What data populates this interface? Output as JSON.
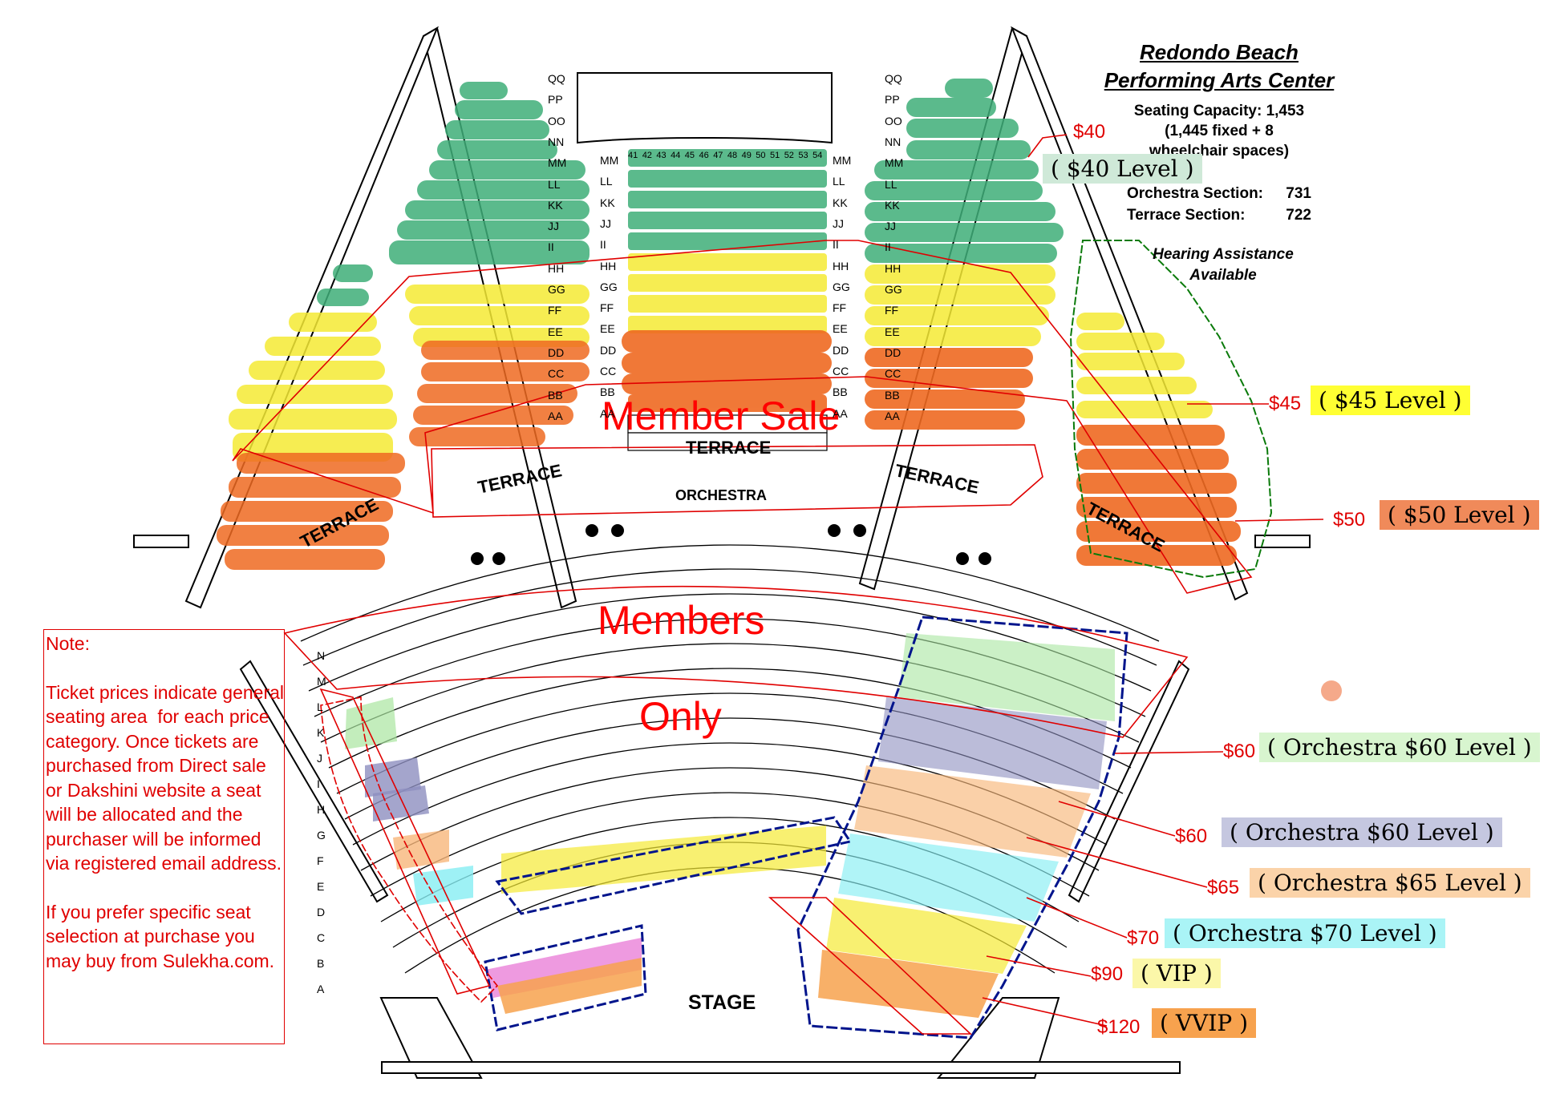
{
  "venue": {
    "name_line1": "Redondo Beach",
    "name_line2": "Performing Arts Center",
    "capacity_line1": "Seating Capacity:  1,453",
    "capacity_line2": "(1,445 fixed + 8",
    "capacity_line3": "wheelchair spaces)",
    "orchestra_label": "Orchestra Section:",
    "orchestra_count": "731",
    "terrace_label": "Terrace Section:",
    "terrace_count": "722",
    "hearing_line1": "Hearing Assistance",
    "hearing_line2": "Available"
  },
  "sections": {
    "terrace": "TERRACE",
    "orchestra": "ORCHESTRA",
    "stage": "STAGE"
  },
  "overlays": {
    "member_sale": "Member Sale",
    "members": "Members",
    "only": "Only"
  },
  "note": {
    "heading": "Note:",
    "body": "Ticket prices indicate general seating area  for each price category. Once tickets are purchased from Direct sale or Dakshini website a seat will be allocated and the purchaser will be informed via registered email address.",
    "body2": "If you prefer specific seat selection at purchase you may buy from Sulekha.com."
  },
  "legend": [
    {
      "price": "$40",
      "label": "( $40 Level )",
      "color": "#cfe9d8"
    },
    {
      "price": "$45",
      "label": "( $45 Level )",
      "color": "#ffff33"
    },
    {
      "price": "$50",
      "label": "( $50 Level )",
      "color": "#f08a5a"
    },
    {
      "price": "$60",
      "label": "( Orchestra $60 Level )",
      "color": "#d8f5cf"
    },
    {
      "price": "$60",
      "label": "( Orchestra $60 Level )",
      "color": "#c5c7e0"
    },
    {
      "price": "$65",
      "label": "( Orchestra $65 Level )",
      "color": "#fbd3a9"
    },
    {
      "price": "$70",
      "label": "( Orchestra $70 Level )",
      "color": "#aaf4f6"
    },
    {
      "price": "$90",
      "label": "( VIP )",
      "color": "#fbf7a9"
    },
    {
      "price": "$120",
      "label": "( VVIP )",
      "color": "#f7a24e"
    }
  ],
  "terrace_rows_left": [
    "QQ",
    "PP",
    "OO",
    "NN",
    "MM",
    "LL",
    "KK",
    "JJ",
    "II",
    "HH",
    "GG",
    "FF",
    "EE",
    "DD",
    "CC",
    "BB",
    "AA"
  ],
  "terrace_rows_center": [
    "MM",
    "LL",
    "KK",
    "JJ",
    "II",
    "HH",
    "GG",
    "FF",
    "EE",
    "DD",
    "CC",
    "BB",
    "AA"
  ],
  "terrace_rows_right": [
    "QQ",
    "PP",
    "OO",
    "NN",
    "MM",
    "LL",
    "KK",
    "JJ",
    "II",
    "HH",
    "GG",
    "FF",
    "EE",
    "DD",
    "CC",
    "BB",
    "AA"
  ],
  "center_seat_numbers": [
    "41",
    "42",
    "43",
    "44",
    "45",
    "46",
    "47",
    "48",
    "49",
    "50",
    "51",
    "52",
    "53",
    "54"
  ],
  "orchestra_rows": [
    "N",
    "M",
    "L",
    "K",
    "J",
    "I",
    "H",
    "G",
    "F",
    "E",
    "D",
    "C",
    "B",
    "A"
  ],
  "colors": {
    "green": "#3fae79",
    "yellow": "#f5ea35",
    "orange": "#ef6a22",
    "red": "#e00000",
    "navy": "#00148c",
    "lavender": "#8d8fbf",
    "cyan": "#86eef3",
    "peach": "#f7b77a",
    "lightgreen": "#a9e6a0"
  },
  "icons": {
    "wheelchair": "wheelchair-icon",
    "dot": "orange-dot-icon"
  }
}
